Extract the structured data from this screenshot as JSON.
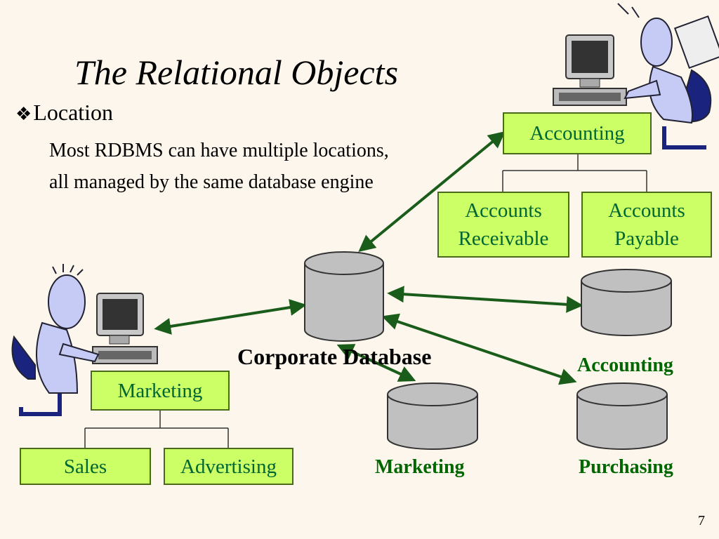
{
  "slide": {
    "title": "The Relational Objects",
    "bullet": "Location",
    "body": "Most RDBMS can have multiple locations, all managed by the same database engine",
    "page_number": "7"
  },
  "boxes": {
    "accounting": "Accounting",
    "accounts_receivable_line1": "Accounts",
    "accounts_receivable_line2": "Receivable",
    "accounts_payable_line1": "Accounts",
    "accounts_payable_line2": "Payable",
    "marketing": "Marketing",
    "sales": "Sales",
    "advertising": "Advertising"
  },
  "databases": {
    "corporate": "Corporate Database",
    "accounting": "Accounting",
    "marketing": "Marketing",
    "purchasing": "Purchasing"
  },
  "colors": {
    "box_fill": "#ccff66",
    "box_text": "#006633",
    "arrow": "#1a5c1a",
    "db_label": "#006600",
    "cylinder": "#c0c0c0"
  }
}
